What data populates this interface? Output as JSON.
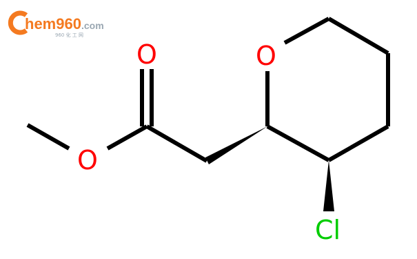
{
  "watermark": {
    "brand": "hem960",
    "brand_suffix": ".com",
    "sub": "960 化 工 网",
    "brand_color": "#f47a20",
    "suffix_color": "#9aa7b2"
  },
  "molecule": {
    "atoms": {
      "ring_oxygen": "O",
      "carbonyl_oxygen": "O",
      "ester_oxygen": "O",
      "chlorine": "Cl"
    },
    "colors": {
      "oxygen": "#ff0000",
      "chlorine": "#00cc00",
      "bond": "#000000"
    }
  }
}
